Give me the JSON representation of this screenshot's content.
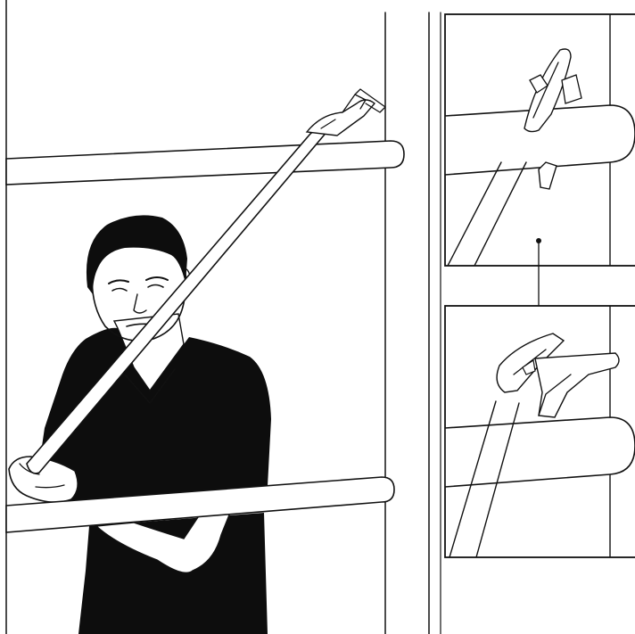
{
  "illustration": {
    "main_scene": "person-bracing-rod-on-scaffold",
    "details": [
      "hook-before-engaging",
      "hook-engaged-on-rail"
    ],
    "line_color": "#111111",
    "background": "#ffffff"
  }
}
